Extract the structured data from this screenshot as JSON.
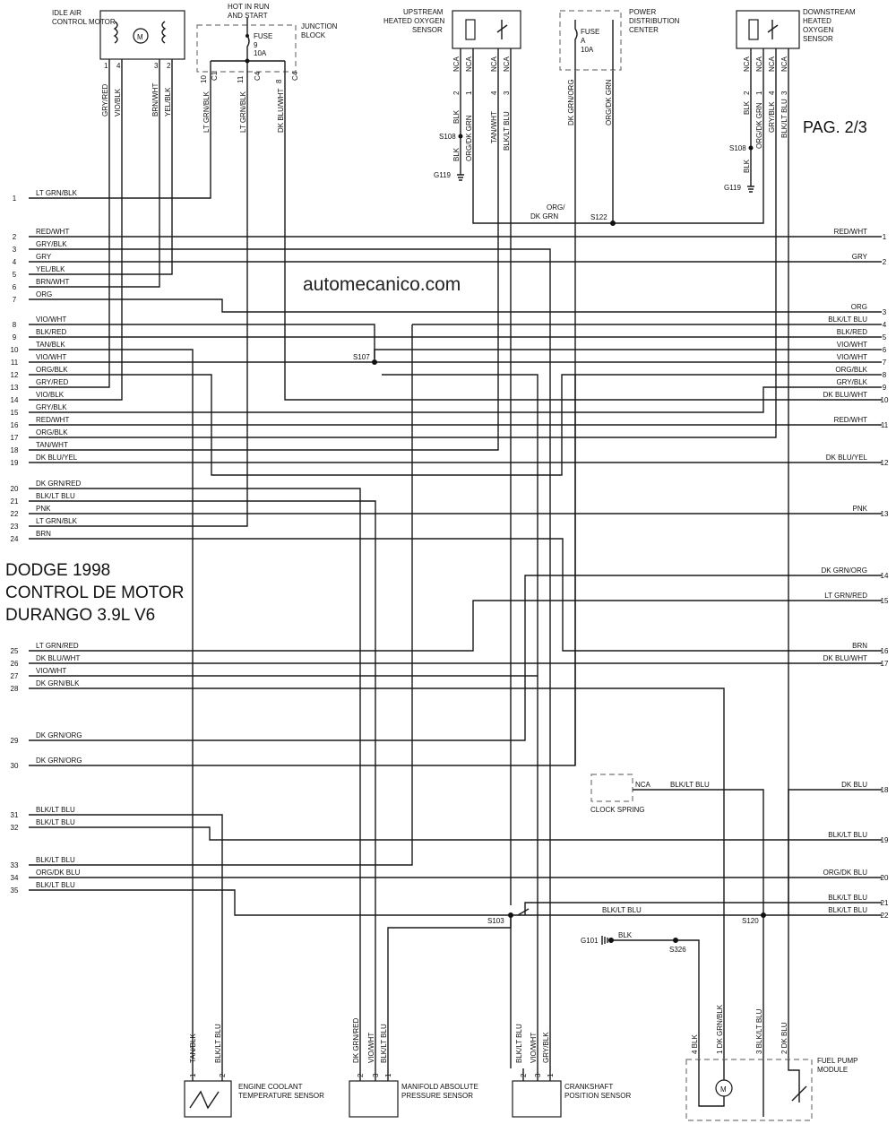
{
  "page": {
    "watermark": "automecanico.com",
    "page_label": "PAG. 2/3",
    "title_lines": [
      "DODGE 1998",
      "CONTROL DE MOTOR",
      "DURANGO 3.9L V6"
    ]
  },
  "components": {
    "iac": {
      "name": [
        "IDLE AIR",
        "CONTROL MOTOR"
      ],
      "pins": [
        "1",
        "4",
        "3",
        "2"
      ],
      "wires": [
        "GRY/RED",
        "VIO/BLK",
        "BRN/WHT",
        "YEL/BLK"
      ]
    },
    "junction": {
      "hot": [
        "HOT IN RUN",
        "AND START"
      ],
      "name": [
        "JUNCTION",
        "BLOCK"
      ],
      "fuse": [
        "FUSE",
        "9",
        "10A"
      ],
      "pins": [
        "C1",
        "10",
        "11",
        "C4",
        "8",
        "C4"
      ],
      "wires": [
        "LT GRN/BLK",
        "LT GRN/BLK",
        "DK BLU/WHT"
      ]
    },
    "upstream_o2": {
      "name": [
        "UPSTREAM",
        "HEATED OXYGEN",
        "SENSOR"
      ],
      "nca": [
        "NCA",
        "NCA",
        "NCA",
        "NCA"
      ],
      "pins": [
        "2",
        "1",
        "4",
        "3"
      ],
      "wires": [
        "BLK",
        "ORG/DK GRN",
        "TAN/WHT",
        "BLK/LT BLU",
        "BLK"
      ],
      "splice": "S108",
      "ground": "G119"
    },
    "pdc": {
      "name": [
        "POWER",
        "DISTRIBUTION",
        "CENTER"
      ],
      "fuse": [
        "FUSE",
        "A",
        "10A"
      ],
      "wires": [
        "DK GRN/ORG",
        "ORG/DK GRN"
      ]
    },
    "downstream_o2": {
      "name": [
        "DOWNSTREAM",
        "HEATED",
        "OXYGEN",
        "SENSOR"
      ],
      "nca": [
        "NCA",
        "NCA",
        "NCA",
        "NCA"
      ],
      "pins": [
        "2",
        "1",
        "4",
        "3"
      ],
      "wires": [
        "BLK",
        "ORG/DK GRN",
        "GRY/BLK",
        "BLK/LT BLU",
        "BLK"
      ],
      "splice": "S108",
      "ground": "G119"
    },
    "clock_spring": {
      "name": "CLOCK SPRING",
      "nca": "NCA",
      "wire": "BLK/LT BLU"
    },
    "ect": {
      "name": [
        "ENGINE COOLANT",
        "TEMPERATURE SENSOR"
      ],
      "pins": [
        "1",
        "2"
      ],
      "wires": [
        "TAN/BLK",
        "BLK/LT BLU"
      ]
    },
    "map": {
      "name": [
        "MANIFOLD ABSOLUTE",
        "PRESSURE SENSOR"
      ],
      "pins": [
        "2",
        "3",
        "1"
      ],
      "wires": [
        "DK GRN/RED",
        "VIO/WHT",
        "BLK/LT BLU"
      ]
    },
    "ckp": {
      "name": [
        "CRANKSHAFT",
        "POSITION SENSOR"
      ],
      "pins": [
        "2",
        "3",
        "1"
      ],
      "wires": [
        "BLK/LT BLU",
        "VIO/WHT",
        "GRY/BLK"
      ]
    },
    "fuel_pump": {
      "name": [
        "FUEL PUMP",
        "MODULE"
      ],
      "wires": [
        "4 BLK",
        "1 DK GRN/BLK",
        "3 BLK/LT BLU",
        "2 DK BLU"
      ]
    },
    "splices": {
      "s107": "S107",
      "s103": "S103",
      "s120": "S120",
      "s122": "S122",
      "s326": "S326",
      "g101": "G101",
      "s122_wire": [
        "ORG/",
        "DK GRN"
      ],
      "s120_wire": "BLK/LT BLU",
      "g101_wire": "BLK"
    }
  },
  "left_pins": [
    {
      "n": "1",
      "label": "LT GRN/BLK"
    },
    {
      "n": "2",
      "label": "RED/WHT"
    },
    {
      "n": "3",
      "label": "GRY/BLK"
    },
    {
      "n": "4",
      "label": "GRY"
    },
    {
      "n": "5",
      "label": "YEL/BLK"
    },
    {
      "n": "6",
      "label": "BRN/WHT"
    },
    {
      "n": "7",
      "label": "ORG"
    },
    {
      "n": "8",
      "label": "VIO/WHT"
    },
    {
      "n": "9",
      "label": "BLK/RED"
    },
    {
      "n": "10",
      "label": "TAN/BLK"
    },
    {
      "n": "11",
      "label": "VIO/WHT"
    },
    {
      "n": "12",
      "label": "ORG/BLK"
    },
    {
      "n": "13",
      "label": "GRY/RED"
    },
    {
      "n": "14",
      "label": "VIO/BLK"
    },
    {
      "n": "15",
      "label": "GRY/BLK"
    },
    {
      "n": "16",
      "label": "RED/WHT"
    },
    {
      "n": "17",
      "label": "ORG/BLK"
    },
    {
      "n": "18",
      "label": "TAN/WHT"
    },
    {
      "n": "19",
      "label": "DK BLU/YEL"
    },
    {
      "n": "20",
      "label": "DK GRN/RED"
    },
    {
      "n": "21",
      "label": "BLK/LT BLU"
    },
    {
      "n": "22",
      "label": "PNK"
    },
    {
      "n": "23",
      "label": "LT GRN/BLK"
    },
    {
      "n": "24",
      "label": "BRN"
    },
    {
      "n": "25",
      "label": "LT GRN/RED"
    },
    {
      "n": "26",
      "label": "DK BLU/WHT"
    },
    {
      "n": "27",
      "label": "VIO/WHT"
    },
    {
      "n": "28",
      "label": "DK GRN/BLK"
    },
    {
      "n": "29",
      "label": "DK GRN/ORG"
    },
    {
      "n": "30",
      "label": "DK GRN/ORG"
    },
    {
      "n": "31",
      "label": "BLK/LT BLU"
    },
    {
      "n": "32",
      "label": "BLK/LT BLU"
    },
    {
      "n": "33",
      "label": "BLK/LT BLU"
    },
    {
      "n": "34",
      "label": "ORG/DK BLU"
    },
    {
      "n": "35",
      "label": "BLK/LT BLU"
    }
  ],
  "right_pins": [
    {
      "n": "1",
      "label": "RED/WHT"
    },
    {
      "n": "2",
      "label": "GRY"
    },
    {
      "n": "3",
      "label": "ORG"
    },
    {
      "n": "4",
      "label": "BLK/LT BLU"
    },
    {
      "n": "5",
      "label": "BLK/RED"
    },
    {
      "n": "6",
      "label": "VIO/WHT"
    },
    {
      "n": "7",
      "label": "VIO/WHT"
    },
    {
      "n": "8",
      "label": "ORG/BLK"
    },
    {
      "n": "9",
      "label": "GRY/BLK"
    },
    {
      "n": "10",
      "label": "DK BLU/WHT"
    },
    {
      "n": "11",
      "label": "RED/WHT"
    },
    {
      "n": "12",
      "label": "DK BLU/YEL"
    },
    {
      "n": "13",
      "label": "PNK"
    },
    {
      "n": "14",
      "label": "DK GRN/ORG"
    },
    {
      "n": "15",
      "label": "LT GRN/RED"
    },
    {
      "n": "16",
      "label": "BRN"
    },
    {
      "n": "17",
      "label": "DK BLU/WHT"
    },
    {
      "n": "18",
      "label": "DK BLU"
    },
    {
      "n": "19",
      "label": "BLK/LT BLU"
    },
    {
      "n": "20",
      "label": "ORG/DK BLU"
    },
    {
      "n": "21",
      "label": "BLK/LT BLU"
    },
    {
      "n": "22",
      "label": "BLK/LT BLU"
    }
  ]
}
